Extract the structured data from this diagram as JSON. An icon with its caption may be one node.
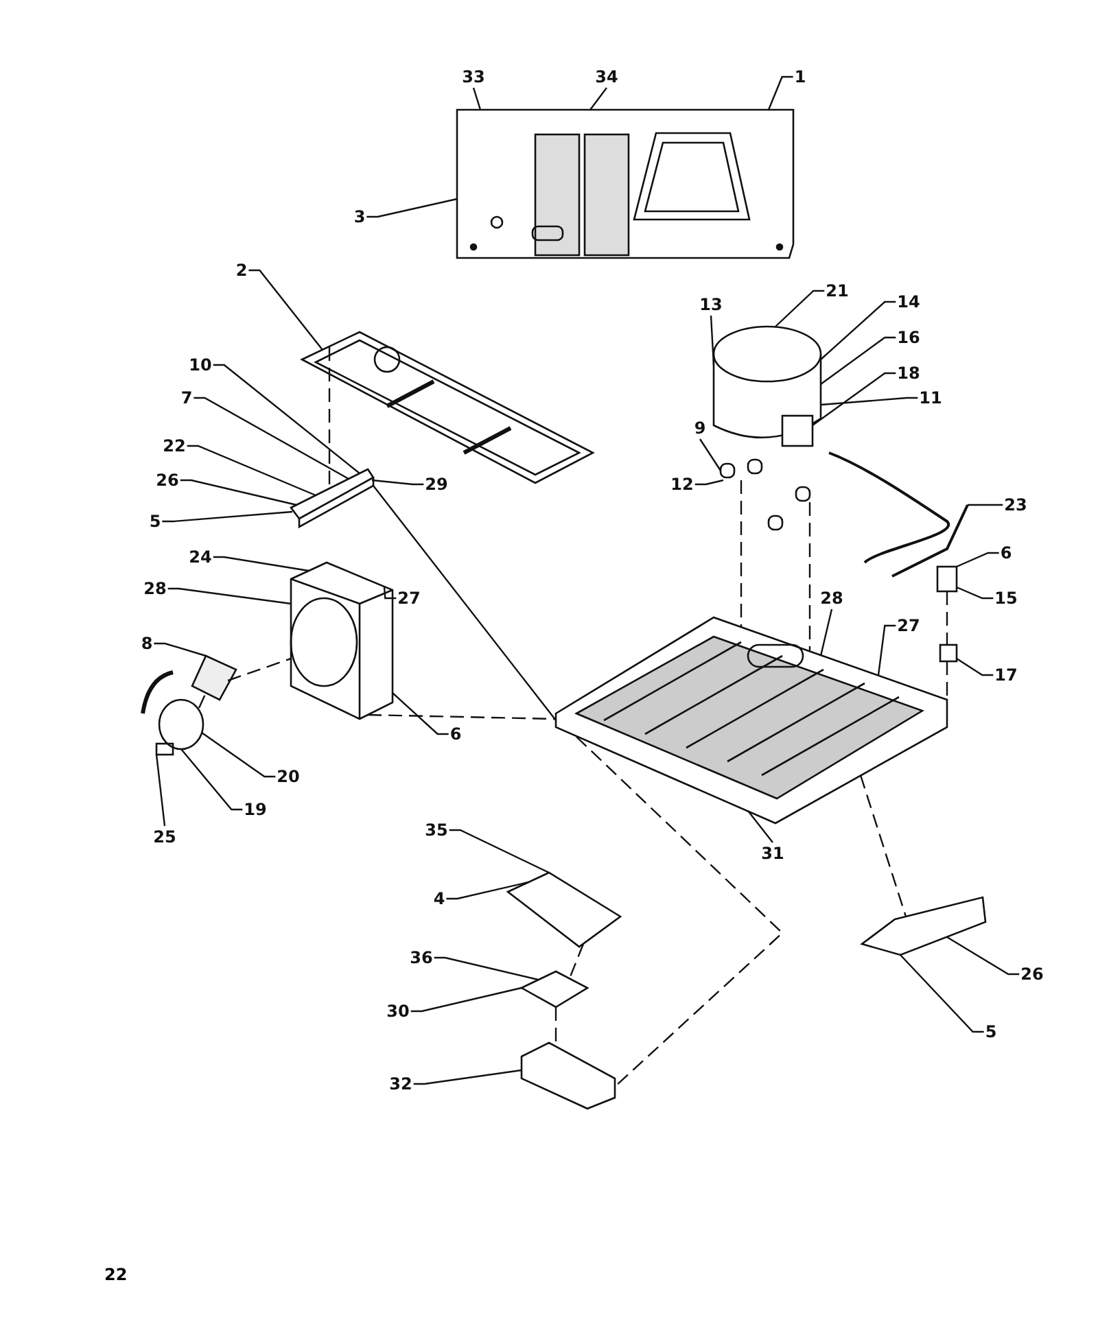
{
  "diagram": {
    "nodes": [
      {
        "text": [
          "33"
        ]
      },
      {
        "text": [
          "34"
        ]
      },
      {
        "text": [
          "1"
        ]
      },
      {
        "text": [
          "3"
        ]
      },
      {
        "text": [
          "2"
        ]
      },
      {
        "text": [
          "13"
        ]
      },
      {
        "text": [
          "21"
        ]
      },
      {
        "text": [
          "14"
        ]
      },
      {
        "text": [
          "16"
        ]
      },
      {
        "text": [
          "18"
        ]
      },
      {
        "text": [
          "11"
        ]
      },
      {
        "text": [
          "10"
        ]
      },
      {
        "text": [
          "7"
        ]
      },
      {
        "text": [
          "22"
        ]
      },
      {
        "text": [
          "26"
        ]
      },
      {
        "text": [
          "9"
        ]
      },
      {
        "text": [
          "12"
        ]
      },
      {
        "text": [
          "29"
        ]
      },
      {
        "text": [
          "5"
        ]
      },
      {
        "text": [
          "23"
        ]
      },
      {
        "text": [
          "28"
        ]
      },
      {
        "text": [
          "24"
        ]
      },
      {
        "text": [
          "6"
        ]
      },
      {
        "text": [
          "27"
        ]
      },
      {
        "text": [
          "28"
        ]
      },
      {
        "text": [
          "15"
        ]
      },
      {
        "text": [
          "8"
        ]
      },
      {
        "text": [
          "27"
        ]
      },
      {
        "text": [
          "17"
        ]
      },
      {
        "text": [
          "6"
        ]
      },
      {
        "text": [
          "20"
        ]
      },
      {
        "text": [
          "19"
        ]
      },
      {
        "text": [
          "25"
        ]
      },
      {
        "text": [
          "31"
        ]
      },
      {
        "text": [
          "35"
        ]
      },
      {
        "text": [
          "4"
        ]
      },
      {
        "text": [
          "36"
        ]
      },
      {
        "text": [
          "30"
        ]
      },
      {
        "text": [
          "32"
        ]
      },
      {
        "text": [
          "26"
        ]
      },
      {
        "text": [
          "5"
        ]
      },
      {
        "text": [],
        "shape": "picture"
      },
      {
        "text": [],
        "shape": "picture"
      },
      {
        "text": [],
        "shape": "picture"
      },
      {
        "text": [],
        "shape": "picture"
      },
      {
        "text": [],
        "shape": "picture"
      },
      {
        "text": [],
        "shape": "picture"
      },
      {
        "text": [],
        "shape": "picture"
      },
      {
        "text": [],
        "shape": "picture"
      },
      {
        "text": [],
        "shape": "picture"
      },
      {
        "text": [],
        "shape": "picture"
      },
      {
        "text": [],
        "shape": "picture"
      },
      {
        "text": [],
        "shape": "picture"
      },
      {
        "text": [],
        "shape": "picture"
      },
      {
        "text": [],
        "shape": "picture"
      },
      {
        "text": [],
        "shape": "picture"
      }
    ],
    "edges": [
      {
        "from": 0,
        "to": 41,
        "arrow": "none"
      },
      {
        "from": 1,
        "to": 41,
        "arrow": "none"
      },
      {
        "from": 2,
        "to": 41,
        "arrow": "none"
      },
      {
        "from": 3,
        "to": 41,
        "arrow": "none"
      },
      {
        "from": 4,
        "to": 42,
        "arrow": "none"
      },
      {
        "from": 5,
        "to": 44,
        "arrow": "none"
      },
      {
        "from": 6,
        "to": 44,
        "arrow": "none"
      },
      {
        "from": 7,
        "to": 44,
        "arrow": "none"
      },
      {
        "from": 8,
        "to": 44,
        "arrow": "none"
      },
      {
        "from": 9,
        "to": 44,
        "arrow": "none"
      },
      {
        "from": 10,
        "to": 44,
        "arrow": "none"
      },
      {
        "from": 11,
        "to": 43,
        "arrow": "none"
      },
      {
        "from": 12,
        "to": 43,
        "arrow": "none"
      },
      {
        "from": 13,
        "to": 43,
        "arrow": "none"
      },
      {
        "from": 14,
        "to": 43,
        "arrow": "none"
      },
      {
        "from": 15,
        "to": 44,
        "arrow": "none"
      },
      {
        "from": 16,
        "to": 44,
        "arrow": "none"
      },
      {
        "from": 17,
        "to": 43,
        "arrow": "none"
      },
      {
        "from": 18,
        "to": 43,
        "arrow": "none"
      },
      {
        "from": 19,
        "to": 45,
        "arrow": "none"
      },
      {
        "from": 20,
        "to": 46,
        "arrow": "none"
      },
      {
        "from": 21,
        "to": 47,
        "arrow": "none"
      },
      {
        "from": 22,
        "to": 50,
        "arrow": "none"
      },
      {
        "from": 23,
        "to": 47,
        "arrow": "none"
      },
      {
        "from": 24,
        "to": 47,
        "arrow": "none"
      },
      {
        "from": 25,
        "to": 50,
        "arrow": "none"
      },
      {
        "from": 26,
        "to": 48,
        "arrow": "none"
      },
      {
        "from": 27,
        "to": 46,
        "arrow": "none"
      },
      {
        "from": 28,
        "to": 51,
        "arrow": "none"
      },
      {
        "from": 29,
        "to": 47,
        "arrow": "none"
      },
      {
        "from": 30,
        "to": 49,
        "arrow": "none"
      },
      {
        "from": 31,
        "to": 49,
        "arrow": "none"
      },
      {
        "from": 32,
        "to": 49,
        "arrow": "none"
      },
      {
        "from": 33,
        "to": 46,
        "arrow": "none"
      },
      {
        "from": 34,
        "to": 52,
        "arrow": "none"
      },
      {
        "from": 35,
        "to": 52,
        "arrow": "none"
      },
      {
        "from": 36,
        "to": 53,
        "arrow": "none"
      },
      {
        "from": 37,
        "to": 53,
        "arrow": "none"
      },
      {
        "from": 38,
        "to": 54,
        "arrow": "none"
      },
      {
        "from": 39,
        "to": 55,
        "arrow": "none"
      },
      {
        "from": 40,
        "to": 55,
        "arrow": "none"
      },
      {
        "from": 42,
        "to": 43,
        "arrow": "none",
        "style": "dashed"
      },
      {
        "from": 43,
        "to": 46,
        "arrow": "none"
      },
      {
        "from": 47,
        "to": 46,
        "arrow": "none",
        "style": "dashed"
      },
      {
        "from": 44,
        "to": 46,
        "arrow": "none",
        "style": "dashed"
      },
      {
        "from": 46,
        "to": 54,
        "arrow": "none",
        "style": "dashed"
      },
      {
        "from": 46,
        "to": 55,
        "arrow": "none",
        "style": "dashed"
      },
      {
        "from": 50,
        "to": 51,
        "arrow": "none",
        "style": "dashed"
      },
      {
        "from": 51,
        "to": 46,
        "arrow": "none",
        "style": "dashed"
      },
      {
        "from": 52,
        "to": 53,
        "arrow": "none",
        "style": "dashed"
      },
      {
        "from": 53,
        "to": 54,
        "arrow": "none",
        "style": "dashed"
      },
      {
        "from": 49,
        "to": 48,
        "arrow": "none",
        "style": "dashed"
      },
      {
        "from": 48,
        "to": 47,
        "arrow": "none",
        "style": "dashed"
      }
    ],
    "labels": [
      "22"
    ]
  }
}
